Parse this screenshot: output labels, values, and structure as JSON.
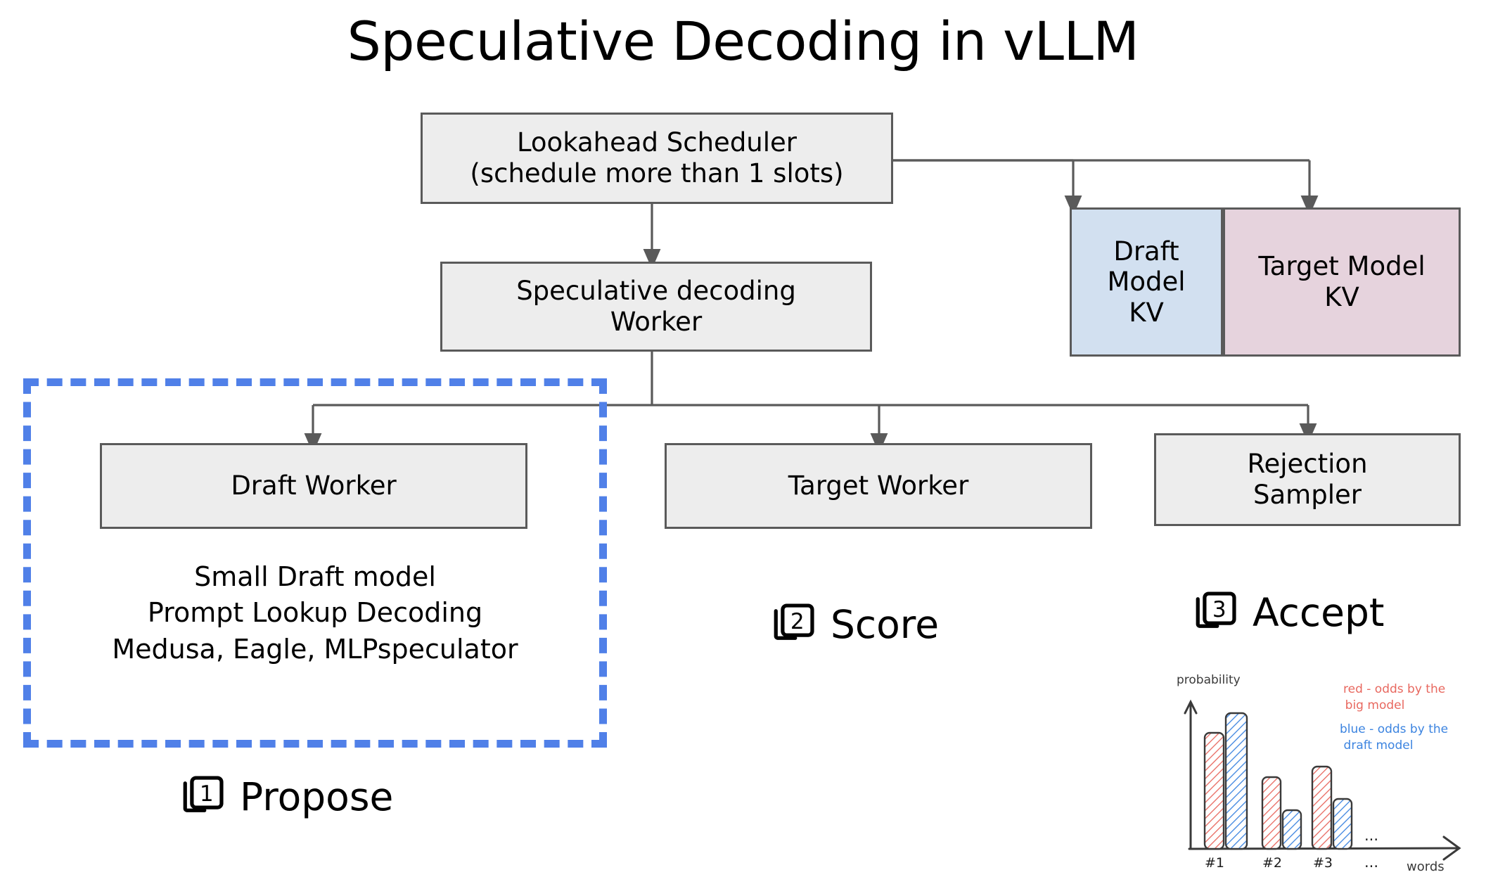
{
  "title": "Speculative Decoding in vLLM",
  "nodes": {
    "scheduler": "Lookahead Scheduler\n(schedule more than 1 slots)",
    "spec_worker": "Speculative decoding\nWorker",
    "draft_worker": "Draft Worker",
    "target_worker": "Target Worker",
    "rejection_sampler": "Rejection\nSampler",
    "draft_kv": "Draft\nModel\nKV",
    "target_kv": "Target Model\nKV"
  },
  "draft_note": "Small Draft model\nPrompt Lookup Decoding\nMedusa, Eagle, MLPspeculator",
  "steps": [
    {
      "number": "1",
      "label": "Propose"
    },
    {
      "number": "2",
      "label": "Score"
    },
    {
      "number": "3",
      "label": "Accept"
    }
  ],
  "colors": {
    "box_fill": "#ededed",
    "box_border": "#5a5a5a",
    "draft_kv_fill": "#d2e0f0",
    "target_kv_fill": "#e6d3dd",
    "dashed_accent": "#5080e8",
    "sketch_red": "#e8685f",
    "sketch_blue": "#3c84e0",
    "sketch_ink": "#3a3a3a"
  },
  "chart_data": {
    "type": "bar",
    "title": "",
    "xlabel": "words",
    "ylabel": "probability",
    "categories": [
      "#1",
      "#2",
      "#3",
      "..."
    ],
    "series": [
      {
        "name": "red - odds by the big model",
        "color": "#e8685f",
        "values": [
          0.78,
          0.42,
          0.5,
          null
        ]
      },
      {
        "name": "blue - odds by the draft model",
        "color": "#3c84e0",
        "values": [
          0.9,
          0.22,
          0.3,
          null
        ]
      }
    ],
    "legend": [
      {
        "text": "red - odds by the\nbig model",
        "color": "#e8685f"
      },
      {
        "text": "blue - odds by the\ndraft model",
        "color": "#3c84e0"
      }
    ],
    "ellipsis_top": "...",
    "ellipsis_bottom": "...",
    "grid": false,
    "ylim": [
      0,
      1
    ]
  }
}
